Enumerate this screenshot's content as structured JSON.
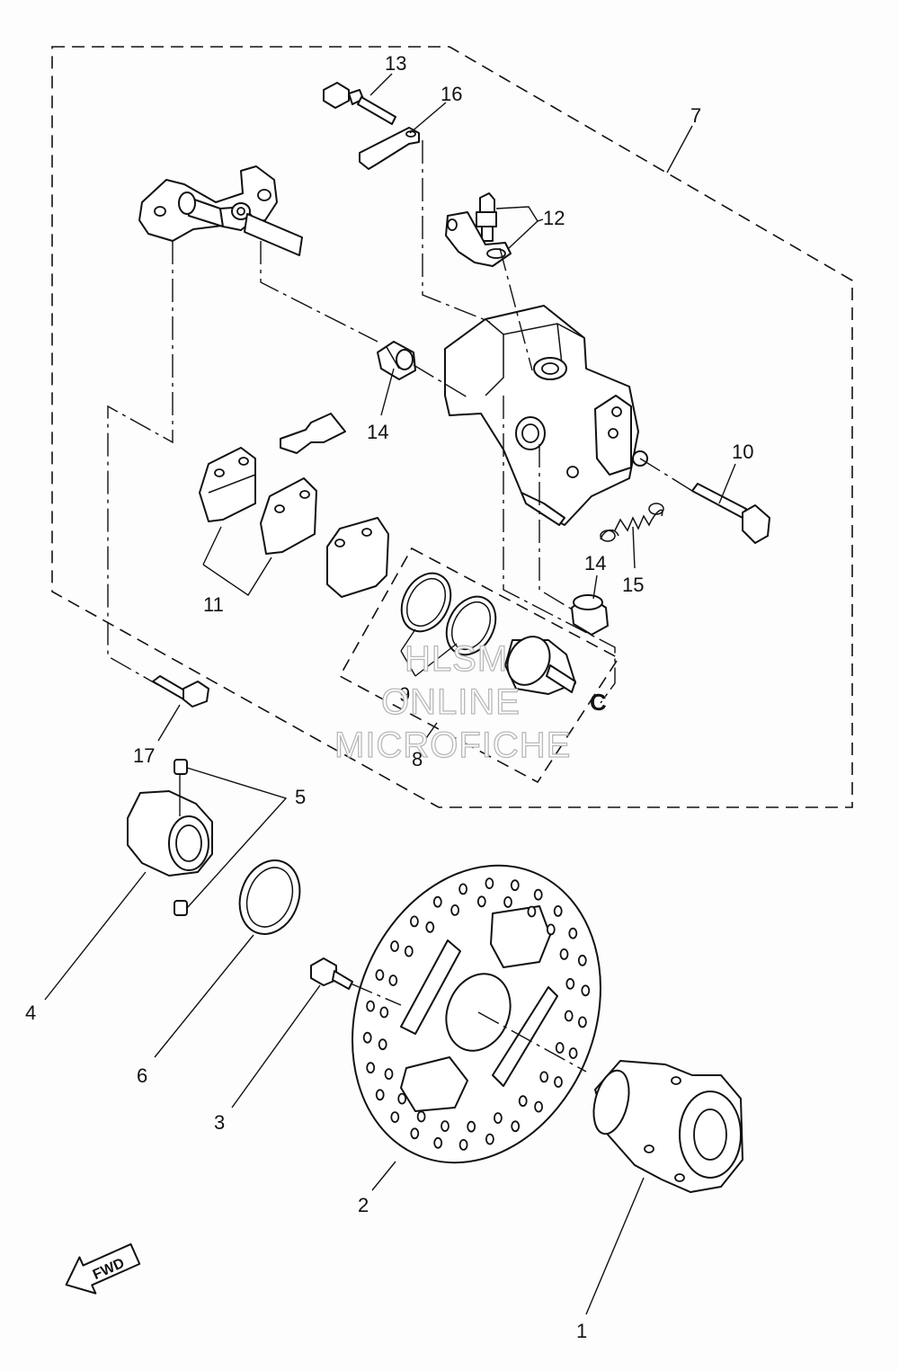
{
  "callouts": {
    "c1": "1",
    "c2": "2",
    "c3": "3",
    "c4": "4",
    "c5": "5",
    "c6": "6",
    "c7": "7",
    "c8": "8",
    "c9": "9",
    "c10": "10",
    "c11": "11",
    "c12": "12",
    "c13": "13",
    "c14a": "14",
    "c14b": "14",
    "c15": "15",
    "c16": "16",
    "c17": "17"
  },
  "watermark": {
    "line1": "HLSM",
    "line2": "ONLINE",
    "line3": "MICROFICHE"
  },
  "fwd_arrow_label": "FWD",
  "clip_letter": "C"
}
